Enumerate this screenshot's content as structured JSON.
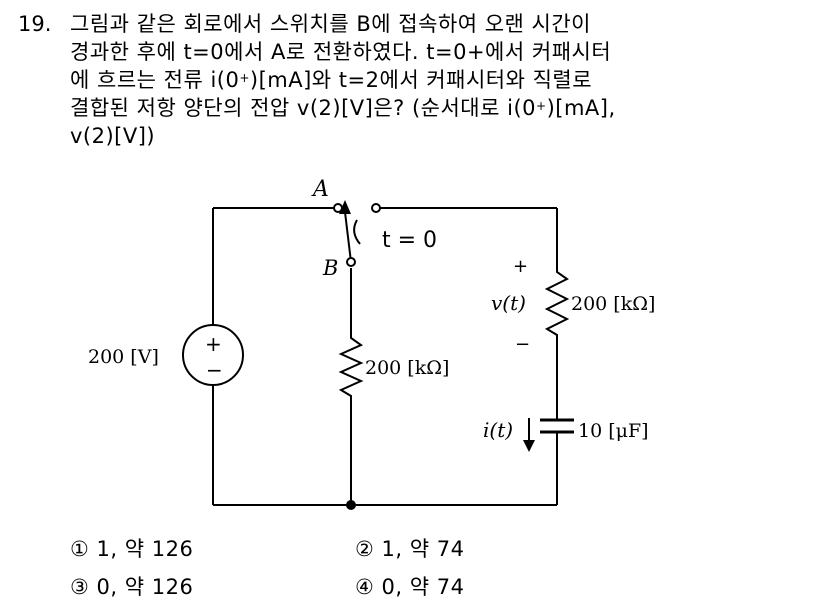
{
  "question": {
    "number": "19.",
    "line1": "그림과 같은 회로에서 스위치를 B에 접속하여 오랜 시간이",
    "line2": "경과한 후에 t=0에서 A로 전환하였다. t=0+에서 커패시터",
    "line3_pre": "에 흐르는 전류 i(0",
    "line3_sup": "+",
    "line3_post": ")[mA]와 t=2에서 커패시터와 직렬로",
    "line4_pre": "결합된 저항 양단의 전압 v(2)[V]은? (순서대로 i(0",
    "line4_sup": "+",
    "line4_post": ")[mA],",
    "line5": "v(2)[V])"
  },
  "circuit": {
    "node_a": "A",
    "node_b": "B",
    "switch_time": "t = 0",
    "source_value": "200 [V]",
    "source_plus": "+",
    "source_minus": "−",
    "mid_resistor": "200 [kΩ]",
    "right_resistor": "200 [kΩ]",
    "voltage_label": "v(t)",
    "voltage_plus": "+",
    "voltage_minus": "−",
    "current_label": "i(t)",
    "capacitor": "10 [μF]"
  },
  "choices": [
    {
      "mark": "①",
      "text": "1, 약 126"
    },
    {
      "mark": "②",
      "text": "1, 약 74"
    },
    {
      "mark": "③",
      "text": "0, 약 126"
    },
    {
      "mark": "④",
      "text": "0, 약 74"
    }
  ]
}
